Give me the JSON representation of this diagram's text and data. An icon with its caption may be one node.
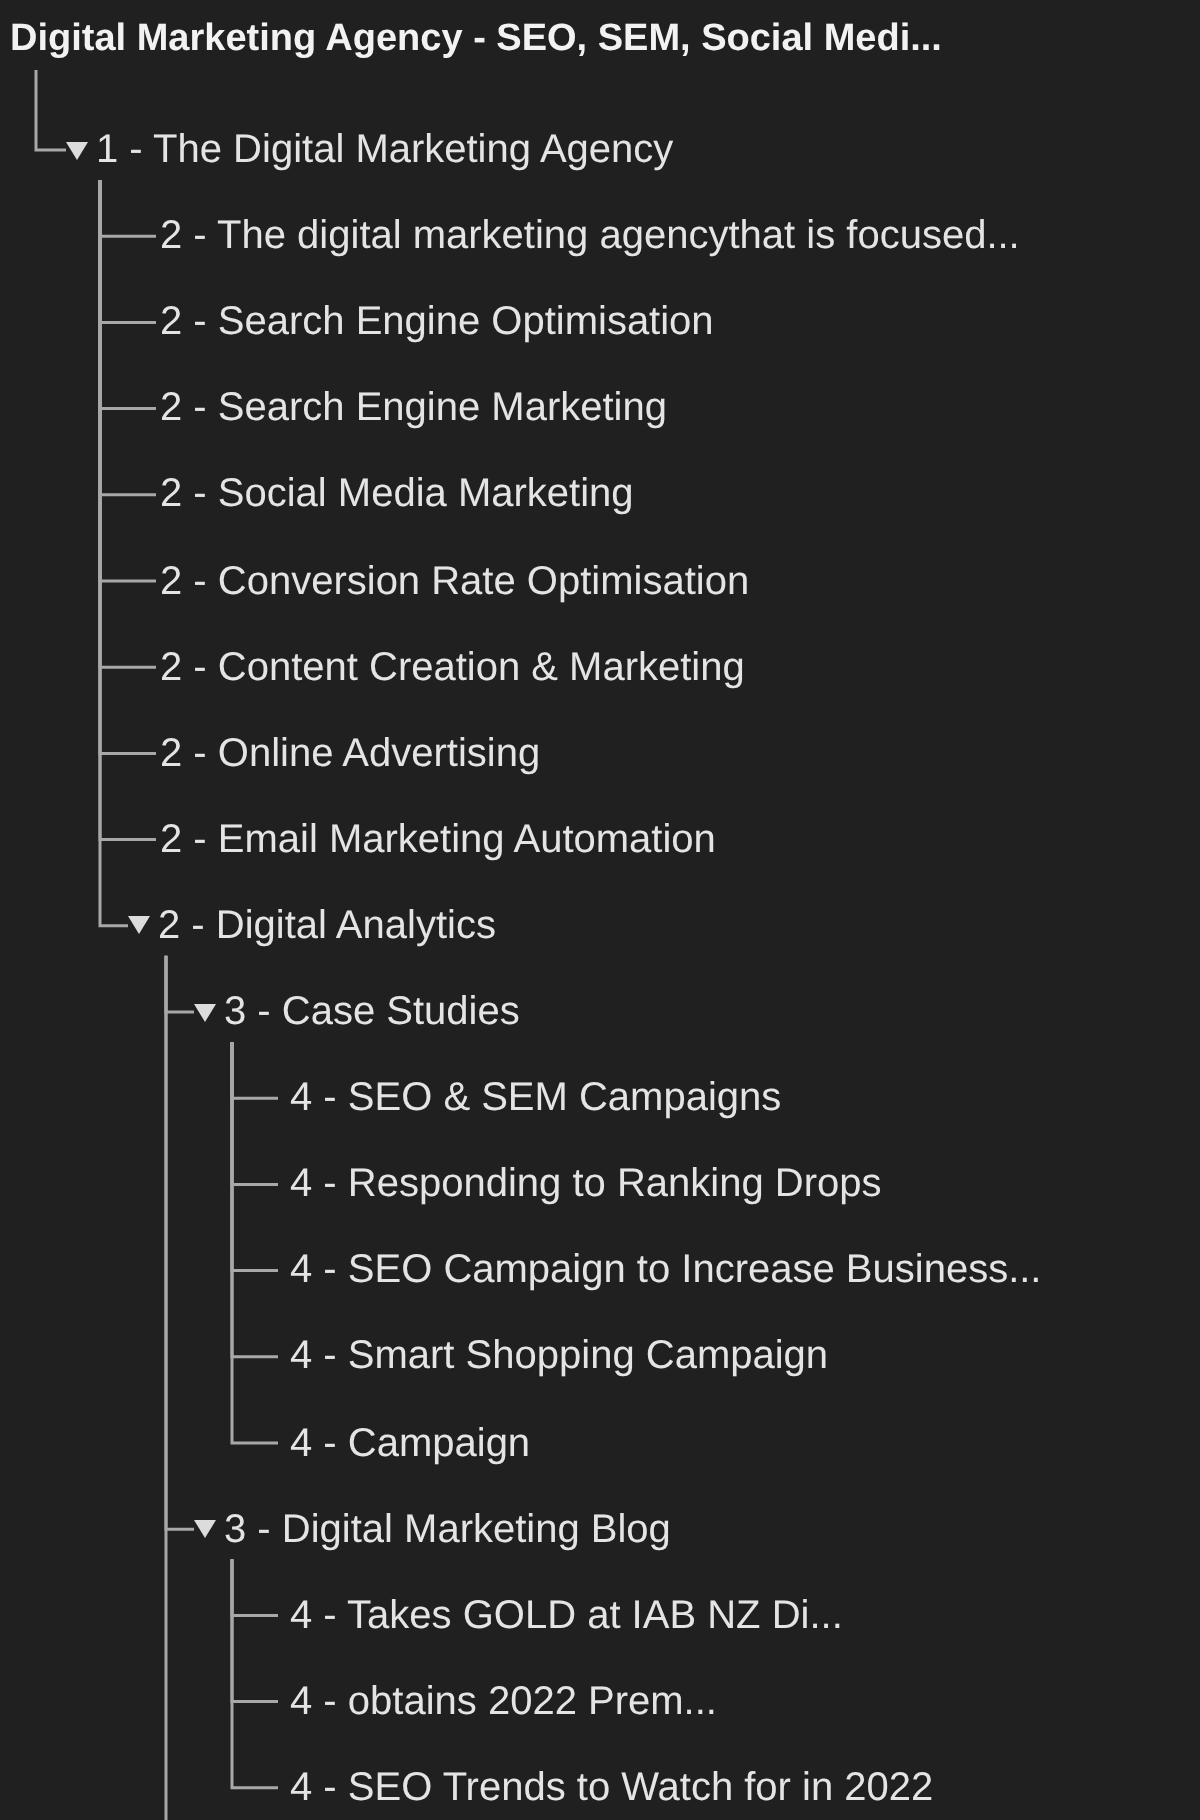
{
  "diagram": {
    "nodes": [
      {
        "text": [
          "Digital Marketing Agency - SEO, SEM, Social Medi..."
        ]
      },
      {
        "text": [
          "1 - The Digital Marketing Agency"
        ]
      },
      {
        "text": [
          "2 - The digital marketing agencythat is focused..."
        ]
      },
      {
        "text": [
          "2 - Search Engine Optimisation"
        ]
      },
      {
        "text": [
          "2 - Search Engine Marketing"
        ]
      },
      {
        "text": [
          "2 - Social Media Marketing"
        ]
      },
      {
        "text": [
          "2 - Conversion Rate Optimisation"
        ]
      },
      {
        "text": [
          "2 - Content Creation & Marketing"
        ]
      },
      {
        "text": [
          "2 - Online Advertising"
        ]
      },
      {
        "text": [
          "2 - Email Marketing Automation"
        ]
      },
      {
        "text": [
          "2 - Digital Analytics"
        ]
      },
      {
        "text": [
          "3 - Case Studies"
        ]
      },
      {
        "text": [
          "4 - SEO & SEM Campaigns"
        ]
      },
      {
        "text": [
          "4 - Responding to Ranking Drops"
        ]
      },
      {
        "text": [
          "4 - SEO Campaign to Increase Business..."
        ]
      },
      {
        "text": [
          "4 - Smart Shopping Campaign"
        ]
      },
      {
        "text": [
          "4 - Campaign"
        ]
      },
      {
        "text": [
          "3 - Digital Marketing Blog"
        ]
      },
      {
        "text": [
          "4 - Takes GOLD at IAB NZ Di..."
        ]
      },
      {
        "text": [
          "4 - obtains 2022 Prem..."
        ]
      },
      {
        "text": [
          "4 - SEO Trends to Watch for in 2022"
        ]
      }
    ],
    "edges": [
      {
        "from": 0,
        "to": 1,
        "arrow": "none"
      },
      {
        "from": 1,
        "to": 2,
        "arrow": "none"
      },
      {
        "from": 1,
        "to": 3,
        "arrow": "none"
      },
      {
        "from": 1,
        "to": 4,
        "arrow": "none"
      },
      {
        "from": 1,
        "to": 5,
        "arrow": "none"
      },
      {
        "from": 1,
        "to": 6,
        "arrow": "none"
      },
      {
        "from": 1,
        "to": 7,
        "arrow": "none"
      },
      {
        "from": 1,
        "to": 8,
        "arrow": "none"
      },
      {
        "from": 1,
        "to": 9,
        "arrow": "none"
      },
      {
        "from": 1,
        "to": 10,
        "arrow": "none"
      },
      {
        "from": 10,
        "to": 11,
        "arrow": "none"
      },
      {
        "from": 11,
        "to": 12,
        "arrow": "none"
      },
      {
        "from": 11,
        "to": 13,
        "arrow": "none"
      },
      {
        "from": 11,
        "to": 14,
        "arrow": "none"
      },
      {
        "from": 11,
        "to": 15,
        "arrow": "none"
      },
      {
        "from": 11,
        "to": 16,
        "arrow": "none"
      },
      {
        "from": 10,
        "to": 17,
        "arrow": "none"
      },
      {
        "from": 17,
        "to": 18,
        "arrow": "none"
      },
      {
        "from": 17,
        "to": 19,
        "arrow": "none"
      },
      {
        "from": 17,
        "to": 20,
        "arrow": "none"
      },
      {
        "from": 10,
        "to": null,
        "arrow": "none"
      }
    ]
  }
}
